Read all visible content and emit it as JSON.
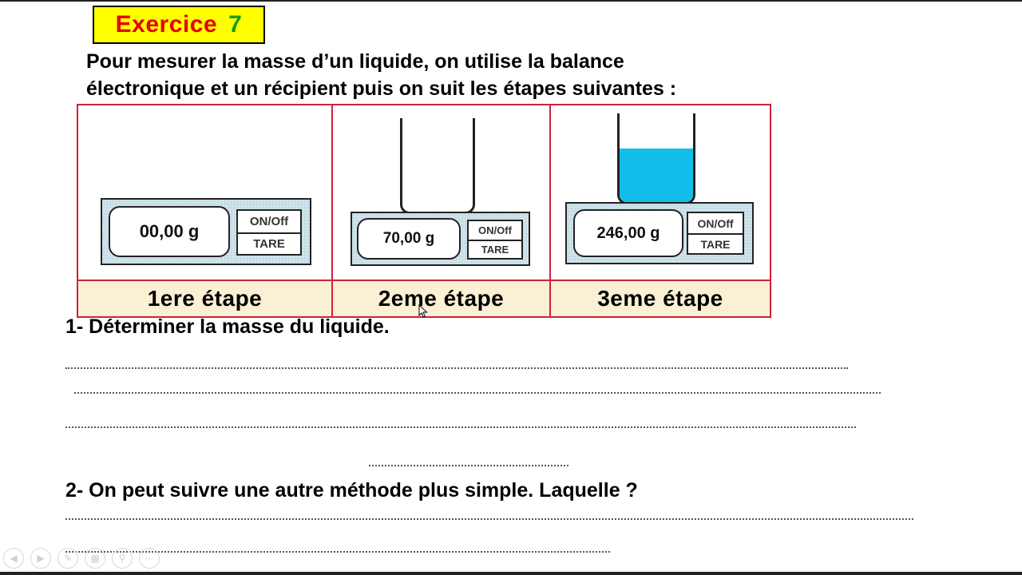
{
  "title": {
    "word": "Exercice",
    "number": "7"
  },
  "intro": {
    "line1": "Pour mesurer la masse d’un liquide, on utilise la balance",
    "line2": "électronique et un récipient puis on suit les étapes suivantes :"
  },
  "steps": [
    {
      "label": "1ere étape",
      "display": "00,00 g",
      "btn_top": "ON/Off",
      "btn_bottom": "TARE",
      "container": "none"
    },
    {
      "label": "2eme étape",
      "display": "70,00 g",
      "btn_top": "ON/Off",
      "btn_bottom": "TARE",
      "container": "empty"
    },
    {
      "label": "3eme étape",
      "display": "246,00 g",
      "btn_top": "ON/Off",
      "btn_bottom": "TARE",
      "container": "filled"
    }
  ],
  "questions": {
    "q1": "1- Déterminer la masse du liquide.",
    "q2": "2- On peut suivre une autre méthode plus simple. Laquelle ?"
  },
  "colors": {
    "title_bg": "#ffff00",
    "title_word": "#e60000",
    "title_number": "#1a9a1a",
    "table_border": "#d0213c",
    "label_bg": "#faf0d4",
    "liquid": "#13bdea"
  },
  "controls": [
    "previous-icon",
    "next-icon",
    "pen-icon",
    "slides-icon",
    "zoom-icon",
    "more-icon"
  ]
}
